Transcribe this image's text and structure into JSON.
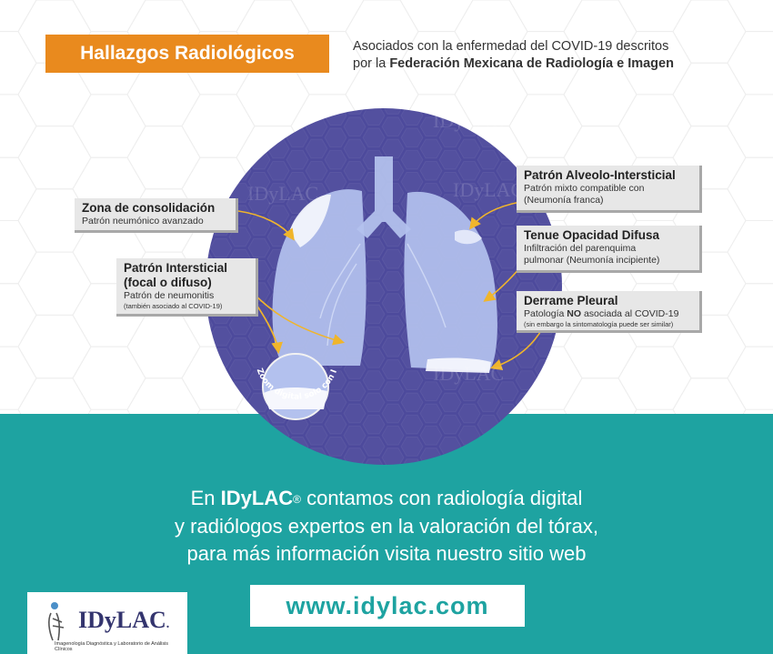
{
  "header": {
    "badge_label": "Hallazgos Radiológicos",
    "subtitle_line1": "Asociados con la enfermedad del COVID-19 descritos",
    "subtitle_line2_prefix": "por la",
    "subtitle_line2_bold": "Federación Mexicana de Radiología e Imagen"
  },
  "callouts": {
    "consolidacion": {
      "title": "Zona de consolidación",
      "sub": "Patrón neumónico avanzado"
    },
    "intersticial": {
      "title_line1": "Patrón Intersticial",
      "title_line2": "(focal o difuso)",
      "sub": "Patrón de neumonitis",
      "small": "(también asociado al COVID-19)"
    },
    "alveolo": {
      "title": "Patrón Alveolo-Intersticial",
      "sub_line1": "Patrón mixto compatible con",
      "sub_line2": "(Neumonía franca)"
    },
    "opacidad": {
      "title": "Tenue Opacidad Difusa",
      "sub_line1": "Infiltración del parenquima",
      "sub_line2": "pulmonar (Neumonía incipiente)"
    },
    "derrame": {
      "title": "Derrame Pleural",
      "sub_prefix": "Patología",
      "sub_bold": "NO",
      "sub_suffix": "asociada al COVID-19",
      "small": "(sin embargo la sintomatología puede ser similar)"
    }
  },
  "zoom_label": "Zoom digital solo con IDyLAC",
  "watermark": "IDyLAC",
  "message": {
    "line1_prefix": "En",
    "line1_brand": "IDyLAC",
    "line1_reg": "®",
    "line1_suffix": "contamos con radiología digital",
    "line2": "y radiólogos expertos en la valoración del tórax,",
    "line3": "para más información visita nuestro sitio web"
  },
  "website": "www.idylac.com",
  "logo": {
    "name": "IDyLAC",
    "dot": ".",
    "caption": "Imagenología Diagnóstica y Laboratorio de Análisis Clínicos"
  },
  "colors": {
    "orange": "#e98a1e",
    "teal": "#1ea3a1",
    "circle": "#4d4a9c",
    "arrow": "#f0b52b",
    "navy": "#33346e"
  }
}
